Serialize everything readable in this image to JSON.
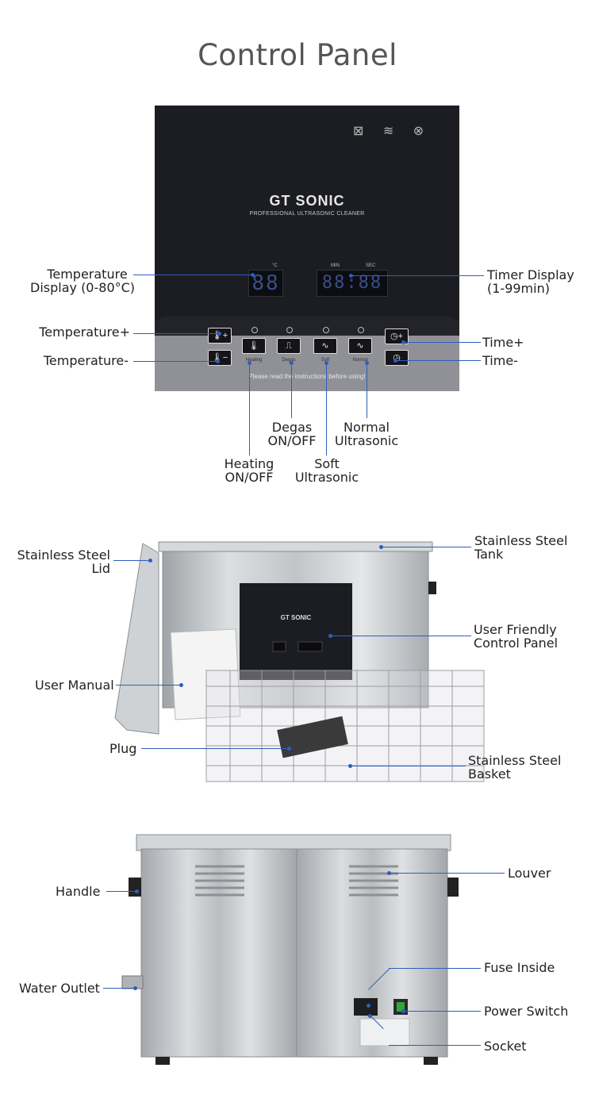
{
  "page_title": "Control Panel",
  "panel": {
    "brand": "GT SONIC",
    "subtitle": "PROFESSIONAL ULTRASONIC CLEANER",
    "temp_unit_label": "°C",
    "min_label": "MIN",
    "sec_label": "SEC",
    "temp_digits": "88",
    "time_digits": "88:88",
    "btn_heating": "Heating",
    "btn_degas": "Degas",
    "btn_soft": "Soft",
    "btn_normal": "Normal",
    "note": "Please read the instructions before using!",
    "care_icons": "⊠ ≋ ⊗"
  },
  "callouts_panel": {
    "temp_display_1": "Temperature",
    "temp_display_2": "Display (0-80°C)",
    "timer_display_1": "Timer Display",
    "timer_display_2": "(1-99min)",
    "temp_plus": "Temperature+",
    "temp_minus": "Temperature-",
    "time_plus": "Time+",
    "time_minus": "Time-",
    "degas_1": "Degas",
    "degas_2": "ON/OFF",
    "normal_1": "Normal",
    "normal_2": "Ultrasonic",
    "heating_1": "Heating",
    "heating_2": "ON/OFF",
    "soft_1": "Soft",
    "soft_2": "Ultrasonic"
  },
  "callouts_front": {
    "lid_1": "Stainless Steel",
    "lid_2": "Lid",
    "tank_1": "Stainless Steel",
    "tank_2": "Tank",
    "control_1": "User Friendly",
    "control_2": "Control Panel",
    "manual": "User Manual",
    "plug": "Plug",
    "basket_1": "Stainless Steel",
    "basket_2": "Basket"
  },
  "callouts_back": {
    "handle": "Handle",
    "louver": "Louver",
    "fuse": "Fuse Inside",
    "water_outlet": "Water Outlet",
    "power_switch": "Power Switch",
    "socket": "Socket"
  },
  "colors": {
    "callout_line": "#2f5dbf",
    "panel_bg": "#1c1d22",
    "display_digits": "#3a4e86"
  }
}
